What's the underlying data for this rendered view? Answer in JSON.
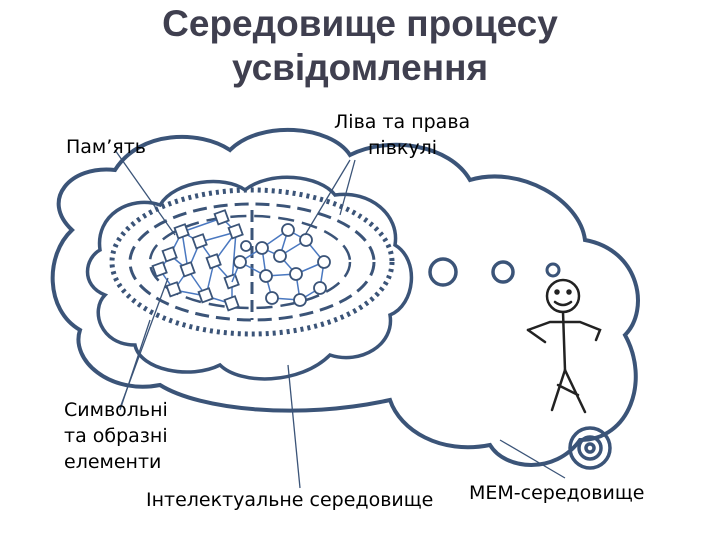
{
  "title": {
    "line1": "Середовище процесу",
    "line2": "усвідомлення"
  },
  "labels": {
    "memory": "Пам’ять",
    "hemispheres_line1": "Ліва та права",
    "hemispheres_line2": "півкулі",
    "symbols_line1": "Символьні",
    "symbols_line2": "та образні",
    "symbols_line3": "елементи",
    "intellectual_env": "Інтелектуальне середовище",
    "mem_env": "МЕМ-середовище"
  },
  "colors": {
    "outline": "#3b5478",
    "network": "#4a78c0",
    "text": "#000000",
    "title": "#3f3f4f"
  }
}
